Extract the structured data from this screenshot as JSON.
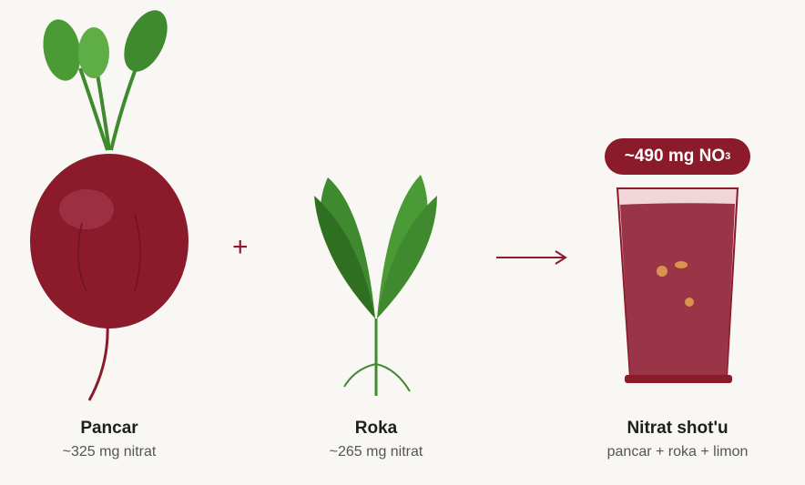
{
  "items": [
    {
      "name": "Pancar",
      "amount": "~325 mg nitrat"
    },
    {
      "name": "Roka",
      "amount": "~265 mg nitrat"
    },
    {
      "name": "Nitrat shot'u",
      "amount": "pancar + roka + limon"
    }
  ],
  "operator": "+",
  "badge": {
    "text": "~490 mg NO",
    "subscript": "3"
  },
  "colors": {
    "beet": "#8b1a2b",
    "leaf": "#3f8a2e",
    "juice": "#9a3447",
    "background": "#f9f7f3"
  }
}
